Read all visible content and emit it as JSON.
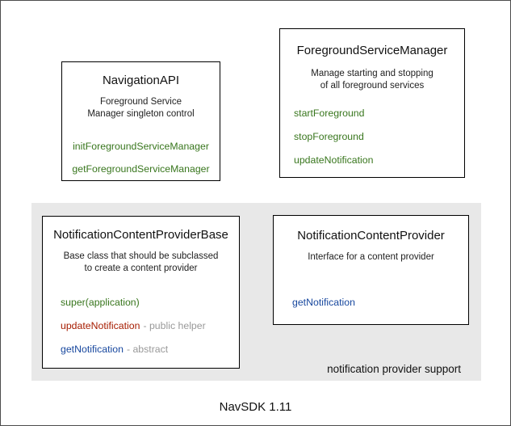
{
  "caption": "NavSDK 1.11",
  "panel_label": "notification provider support",
  "colors": {
    "method_green": "#38761d",
    "method_red": "#a61c00",
    "method_blue": "#17479e",
    "annotation_gray": "#999999",
    "panel_bg": "#e8e8e8"
  },
  "classes": [
    {
      "title": "NavigationAPI",
      "desc": [
        "Foreground Service",
        "Manager singleton control"
      ],
      "methods": [
        {
          "name": "initForegroundServiceManager",
          "color": "method_green",
          "annotation": ""
        },
        {
          "name": "getForegroundServiceManager",
          "color": "method_green",
          "annotation": ""
        }
      ]
    },
    {
      "title": "ForegroundServiceManager",
      "desc": [
        "Manage starting and stopping",
        "of all foreground services"
      ],
      "methods": [
        {
          "name": "startForeground",
          "color": "method_green",
          "annotation": ""
        },
        {
          "name": "stopForeground",
          "color": "method_green",
          "annotation": ""
        },
        {
          "name": "updateNotification",
          "color": "method_green",
          "annotation": ""
        }
      ]
    },
    {
      "title": "NotificationContentProviderBase",
      "desc": [
        "Base class that should be subclassed",
        "to create a content provider"
      ],
      "methods": [
        {
          "name": "super(application)",
          "color": "method_green",
          "annotation": ""
        },
        {
          "name": "updateNotification",
          "color": "method_red",
          "annotation": "- public helper"
        },
        {
          "name": "getNotification",
          "color": "method_blue",
          "annotation": "- abstract"
        }
      ]
    },
    {
      "title": "NotificationContentProvider",
      "desc": [
        "Interface for a content provider"
      ],
      "methods": [
        {
          "name": "getNotification",
          "color": "method_blue",
          "annotation": ""
        }
      ]
    }
  ]
}
